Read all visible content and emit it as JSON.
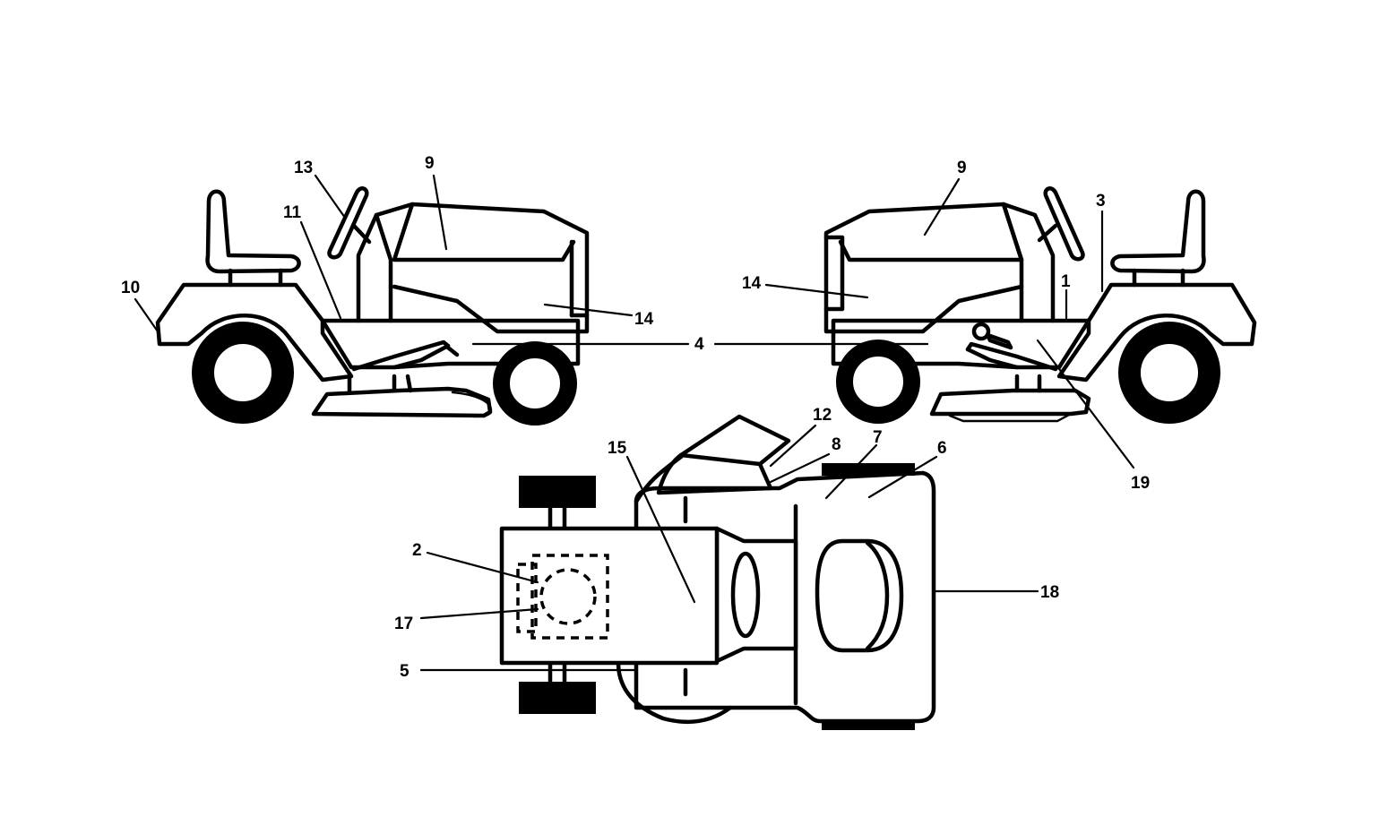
{
  "callouts": {
    "left_view": [
      "13",
      "9",
      "11",
      "10",
      "14"
    ],
    "center": [
      "4"
    ],
    "right_view": [
      "9",
      "3",
      "14",
      "1",
      "19"
    ],
    "top_view": [
      "12",
      "8",
      "7",
      "6",
      "15",
      "2",
      "17",
      "5",
      "18"
    ]
  },
  "colors": {
    "line": "#000000",
    "background": "#ffffff"
  }
}
